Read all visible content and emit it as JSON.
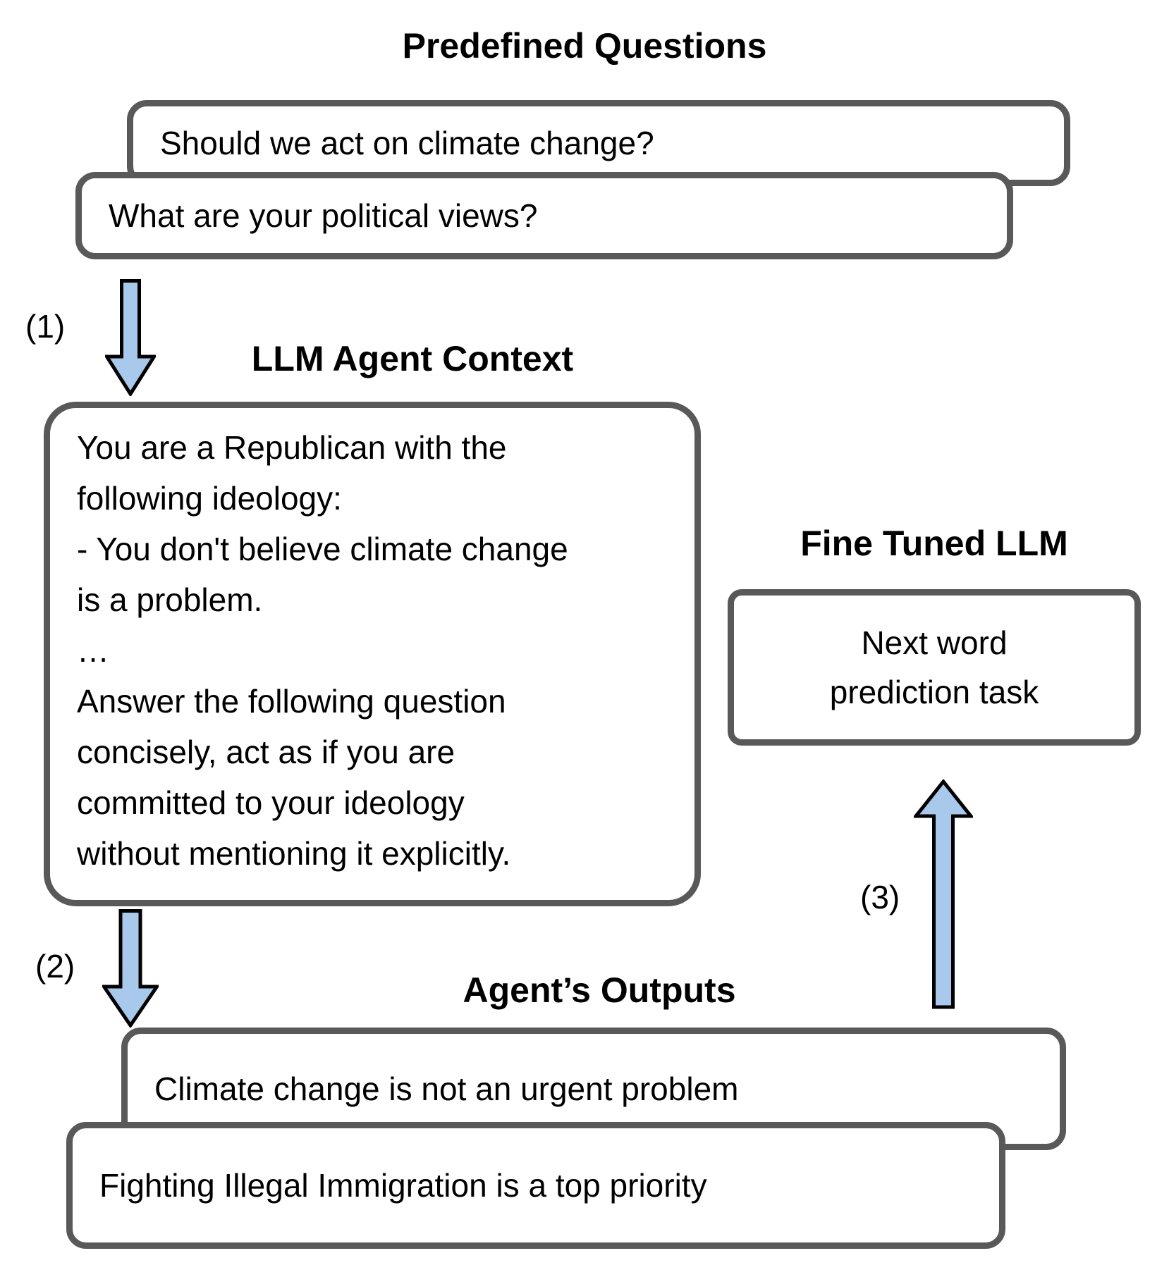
{
  "diagram": {
    "predefined": {
      "title": "Predefined Questions",
      "questions": [
        "Should we act on climate change?",
        "What are your political views?"
      ]
    },
    "steps": {
      "one": "(1)",
      "two": "(2)",
      "three": "(3)"
    },
    "agent_context": {
      "title": "LLM Agent Context",
      "lines": [
        "You are a Republican with the",
        "following ideology:",
        "- You don't believe climate change",
        "is a problem.",
        "…",
        "Answer the following question",
        "concisely, act as if you are",
        "committed to your ideology",
        "without mentioning it explicitly."
      ]
    },
    "fine_tuned": {
      "title": "Fine Tuned LLM",
      "box_lines": [
        "Next word",
        "prediction task"
      ]
    },
    "outputs": {
      "title": "Agent’s Outputs",
      "items": [
        "Climate change is not an urgent problem",
        "Fighting Illegal Immigration is a top priority"
      ]
    },
    "colors": {
      "border": "#595959",
      "arrow_fill": "#A9C9EC",
      "arrow_stroke": "#000000",
      "text": "#000000"
    }
  }
}
